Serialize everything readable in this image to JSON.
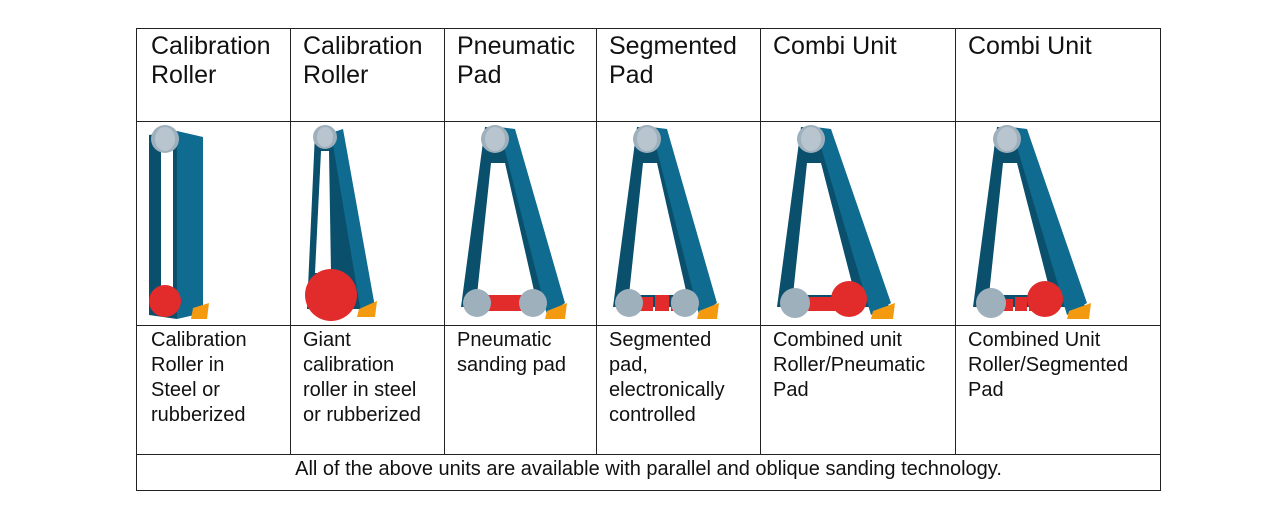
{
  "columns": [
    {
      "title": "Calibration\nRoller",
      "description": "Calibration\nRoller in\nSteel or\nrubberized",
      "icon": "calibration-roller-belt-icon"
    },
    {
      "title": "Calibration\nRoller",
      "description": "Giant\ncalibration\nroller in steel\nor rubberized",
      "icon": "giant-calibration-roller-belt-icon"
    },
    {
      "title": "Pneumatic\nPad",
      "description": "Pneumatic\nsanding pad",
      "icon": "pneumatic-pad-belt-icon"
    },
    {
      "title": "Segmented\nPad",
      "description": "Segmented\npad,\nelectronically\ncontrolled",
      "icon": "segmented-pad-belt-icon"
    },
    {
      "title": "Combi Unit",
      "description": "Combined unit\nRoller/Pneumatic\nPad",
      "icon": "combi-unit-pneumatic-belt-icon"
    },
    {
      "title": "Combi Unit",
      "description": "Combined Unit\nRoller/Segmented\nPad",
      "icon": "combi-unit-segmented-belt-icon"
    }
  ],
  "footer": "All of the above units are available with parallel and oblique sanding technology.",
  "colors": {
    "belt": "#0f6b8f",
    "belt_dark": "#0a4f6b",
    "roller_grey": "#9fb0bd",
    "roller_red": "#e22b2b",
    "pad_orange": "#f49a10"
  }
}
